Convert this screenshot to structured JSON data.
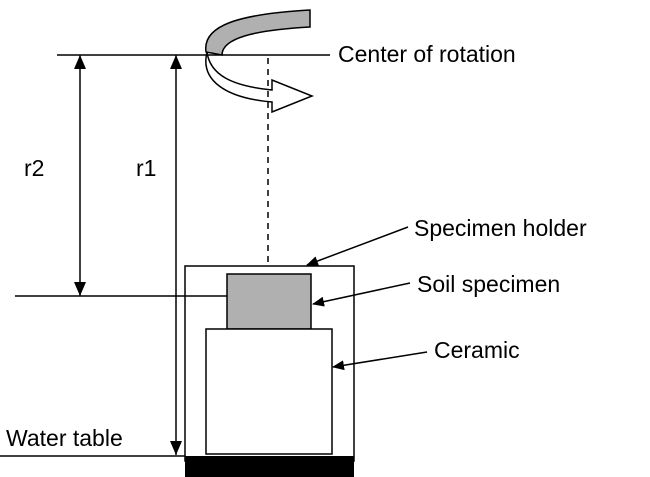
{
  "diagram": {
    "labels": {
      "center_of_rotation": "Center of rotation",
      "r2": "r2",
      "r1": "r1",
      "specimen_holder": "Specimen holder",
      "soil_specimen": "Soil specimen",
      "ceramic": "Ceramic",
      "water_table": "Water table"
    },
    "colors": {
      "line": "#000000",
      "rotation_arrow_fill": "#b0b0b0",
      "soil_specimen_fill": "#b0b0b0",
      "ceramic_fill": "#ffffff",
      "base_fill": "#000000",
      "background": "#ffffff"
    }
  }
}
